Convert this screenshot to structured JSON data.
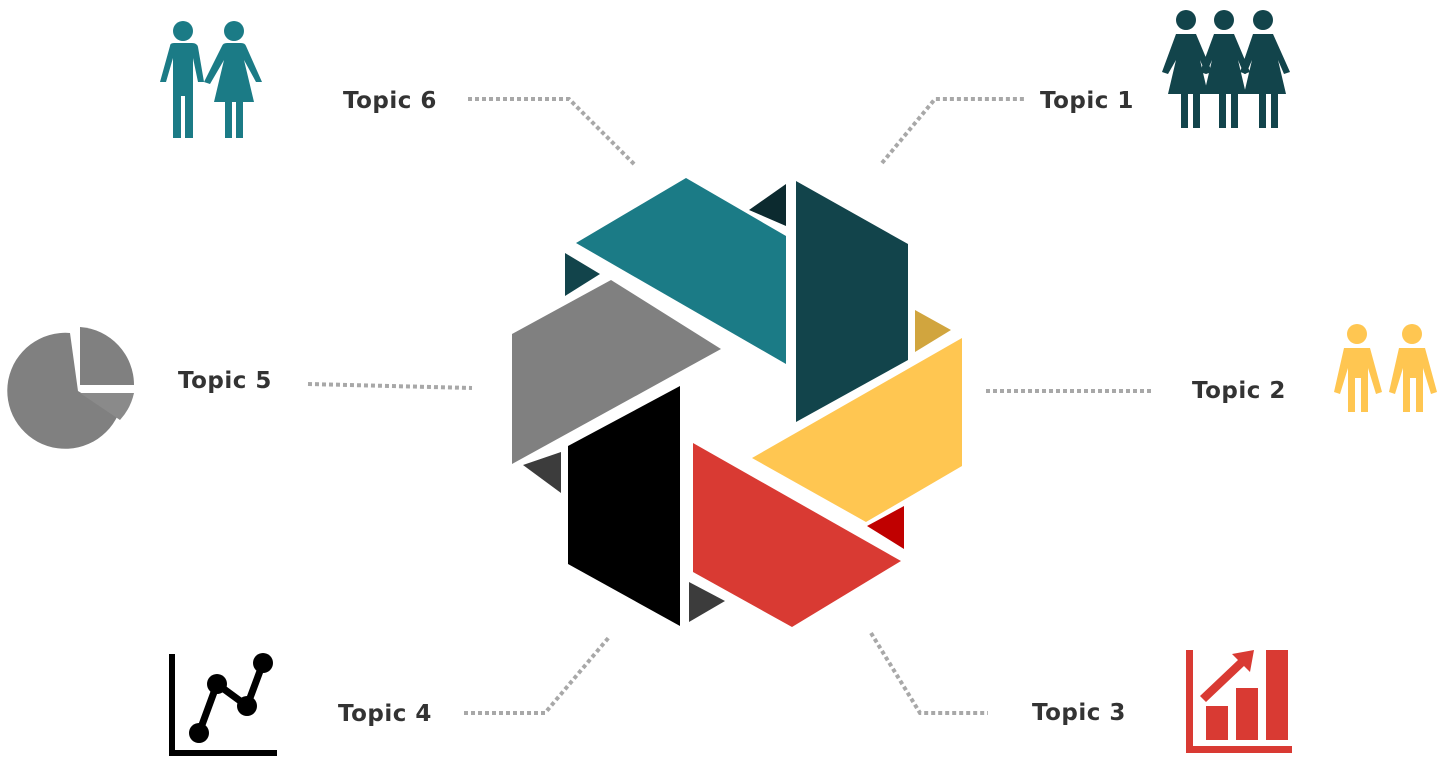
{
  "topics": [
    {
      "label": "Topic 1",
      "icon": "group-of-three-women-icon",
      "color": "#12444B"
    },
    {
      "label": "Topic 2",
      "icon": "couple-icon",
      "color": "#FFC651"
    },
    {
      "label": "Topic 3",
      "icon": "rising-bar-chart-icon",
      "color": "#D93A33"
    },
    {
      "label": "Topic 4",
      "icon": "line-chart-icon",
      "color": "#000000"
    },
    {
      "label": "Topic 5",
      "icon": "pie-chart-icon",
      "color": "#808080"
    },
    {
      "label": "Topic 6",
      "icon": "man-and-woman-icon",
      "color": "#1B7B86"
    }
  ],
  "colors": {
    "connector": "#A8A8A8",
    "label_text": "#333333"
  }
}
